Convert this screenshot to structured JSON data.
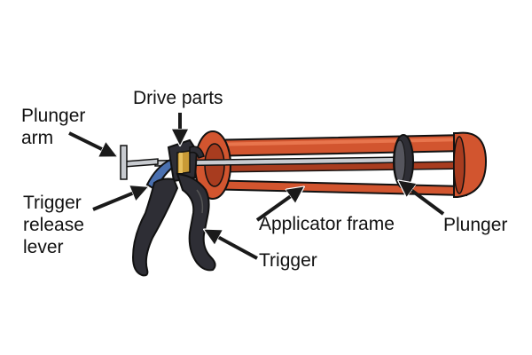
{
  "colors": {
    "frame": "#d2552f",
    "frame_dark": "#a83c1f",
    "frame_light": "#e8754d",
    "handle": "#2e2e35",
    "release_lever": "#4a70b0",
    "drive_brass": "#c89a36",
    "rod": "#c8cbd0",
    "outline": "#111111",
    "label_text": "#111111"
  },
  "labels": {
    "plunger_arm": "Plunger\narm",
    "drive_parts": "Drive parts",
    "trigger_release_lever": "Trigger\nrelease\nlever",
    "applicator_frame": "Applicator frame",
    "plunger": "Plunger",
    "trigger": "Trigger"
  },
  "icons": {
    "pointer": "arrow-icon"
  }
}
